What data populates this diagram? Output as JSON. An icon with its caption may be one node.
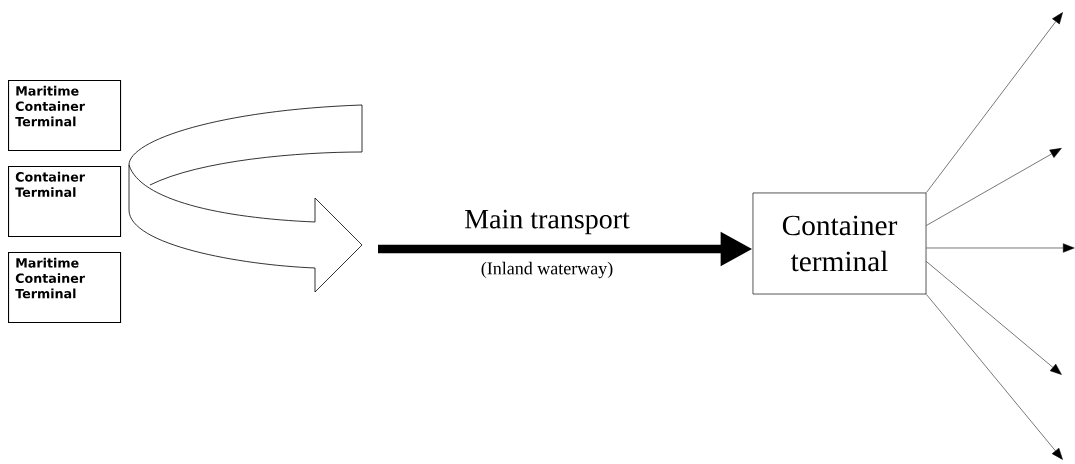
{
  "diagram": {
    "nodes": [
      {
        "text": [
          "Maritime Container Terminal"
        ]
      },
      {
        "text": [
          "Container Terminal"
        ]
      },
      {
        "text": [
          "Maritime Container Terminal"
        ]
      },
      {
        "text": [
          "Container terminal"
        ]
      }
    ],
    "edges": [
      {
        "from": null,
        "to": 3,
        "arrow": "to",
        "style": "thick",
        "label": "Main transport"
      },
      {
        "from": 3,
        "to": null,
        "arrow": "to"
      },
      {
        "from": 3,
        "to": null,
        "arrow": "to"
      },
      {
        "from": 3,
        "to": null,
        "arrow": "to"
      },
      {
        "from": 3,
        "to": null,
        "arrow": "to"
      },
      {
        "from": 3,
        "to": null,
        "arrow": "to"
      }
    ],
    "labels": [
      "(Inland waterway)"
    ]
  }
}
